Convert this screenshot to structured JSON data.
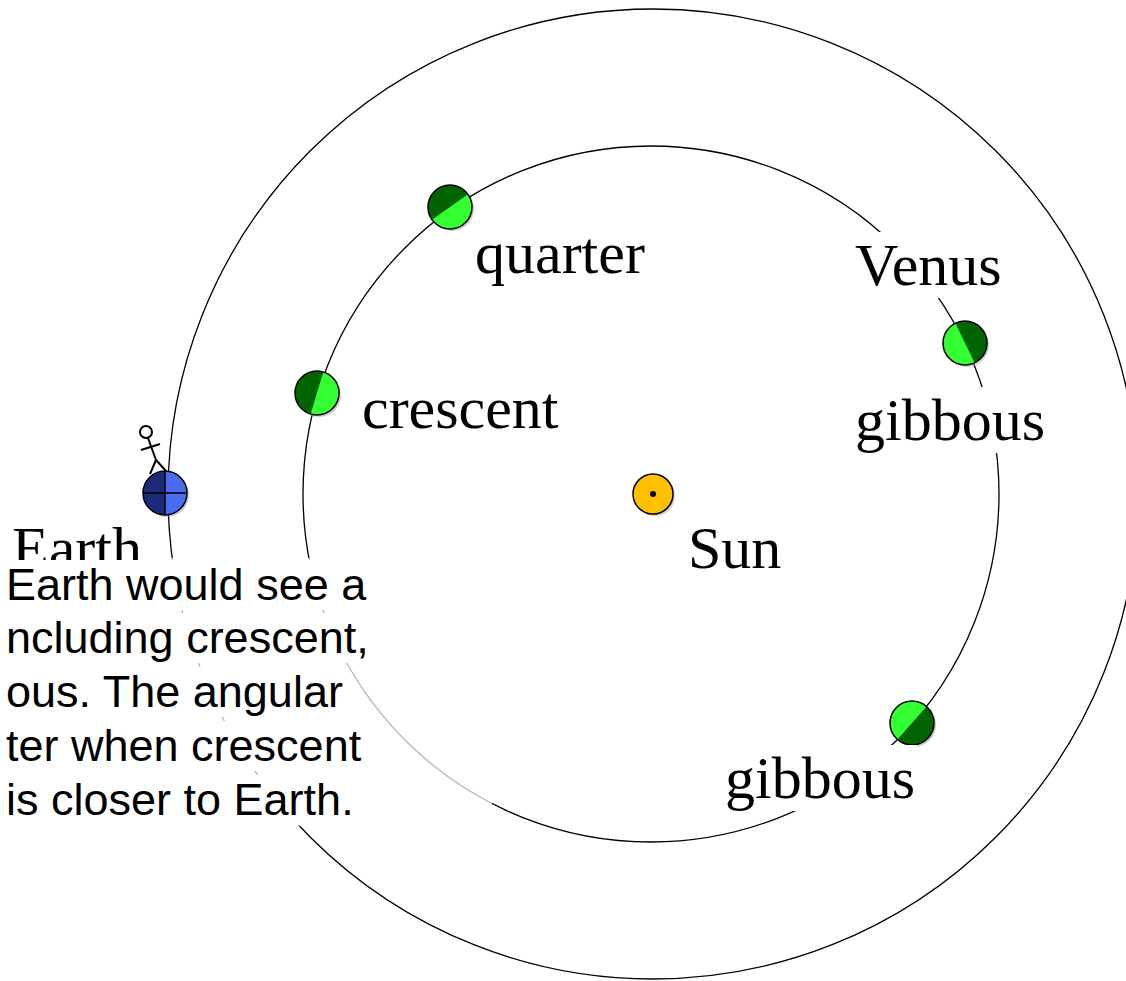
{
  "diagram": {
    "labels": [
      "quarter",
      "Venus",
      "crescent",
      "gibbous",
      "Earth",
      "Sun",
      "Earth would see a",
      "ncluding crescent,",
      "ous. The angular",
      "ter when crescent",
      "is closer to Earth.",
      "gibbous"
    ]
  }
}
